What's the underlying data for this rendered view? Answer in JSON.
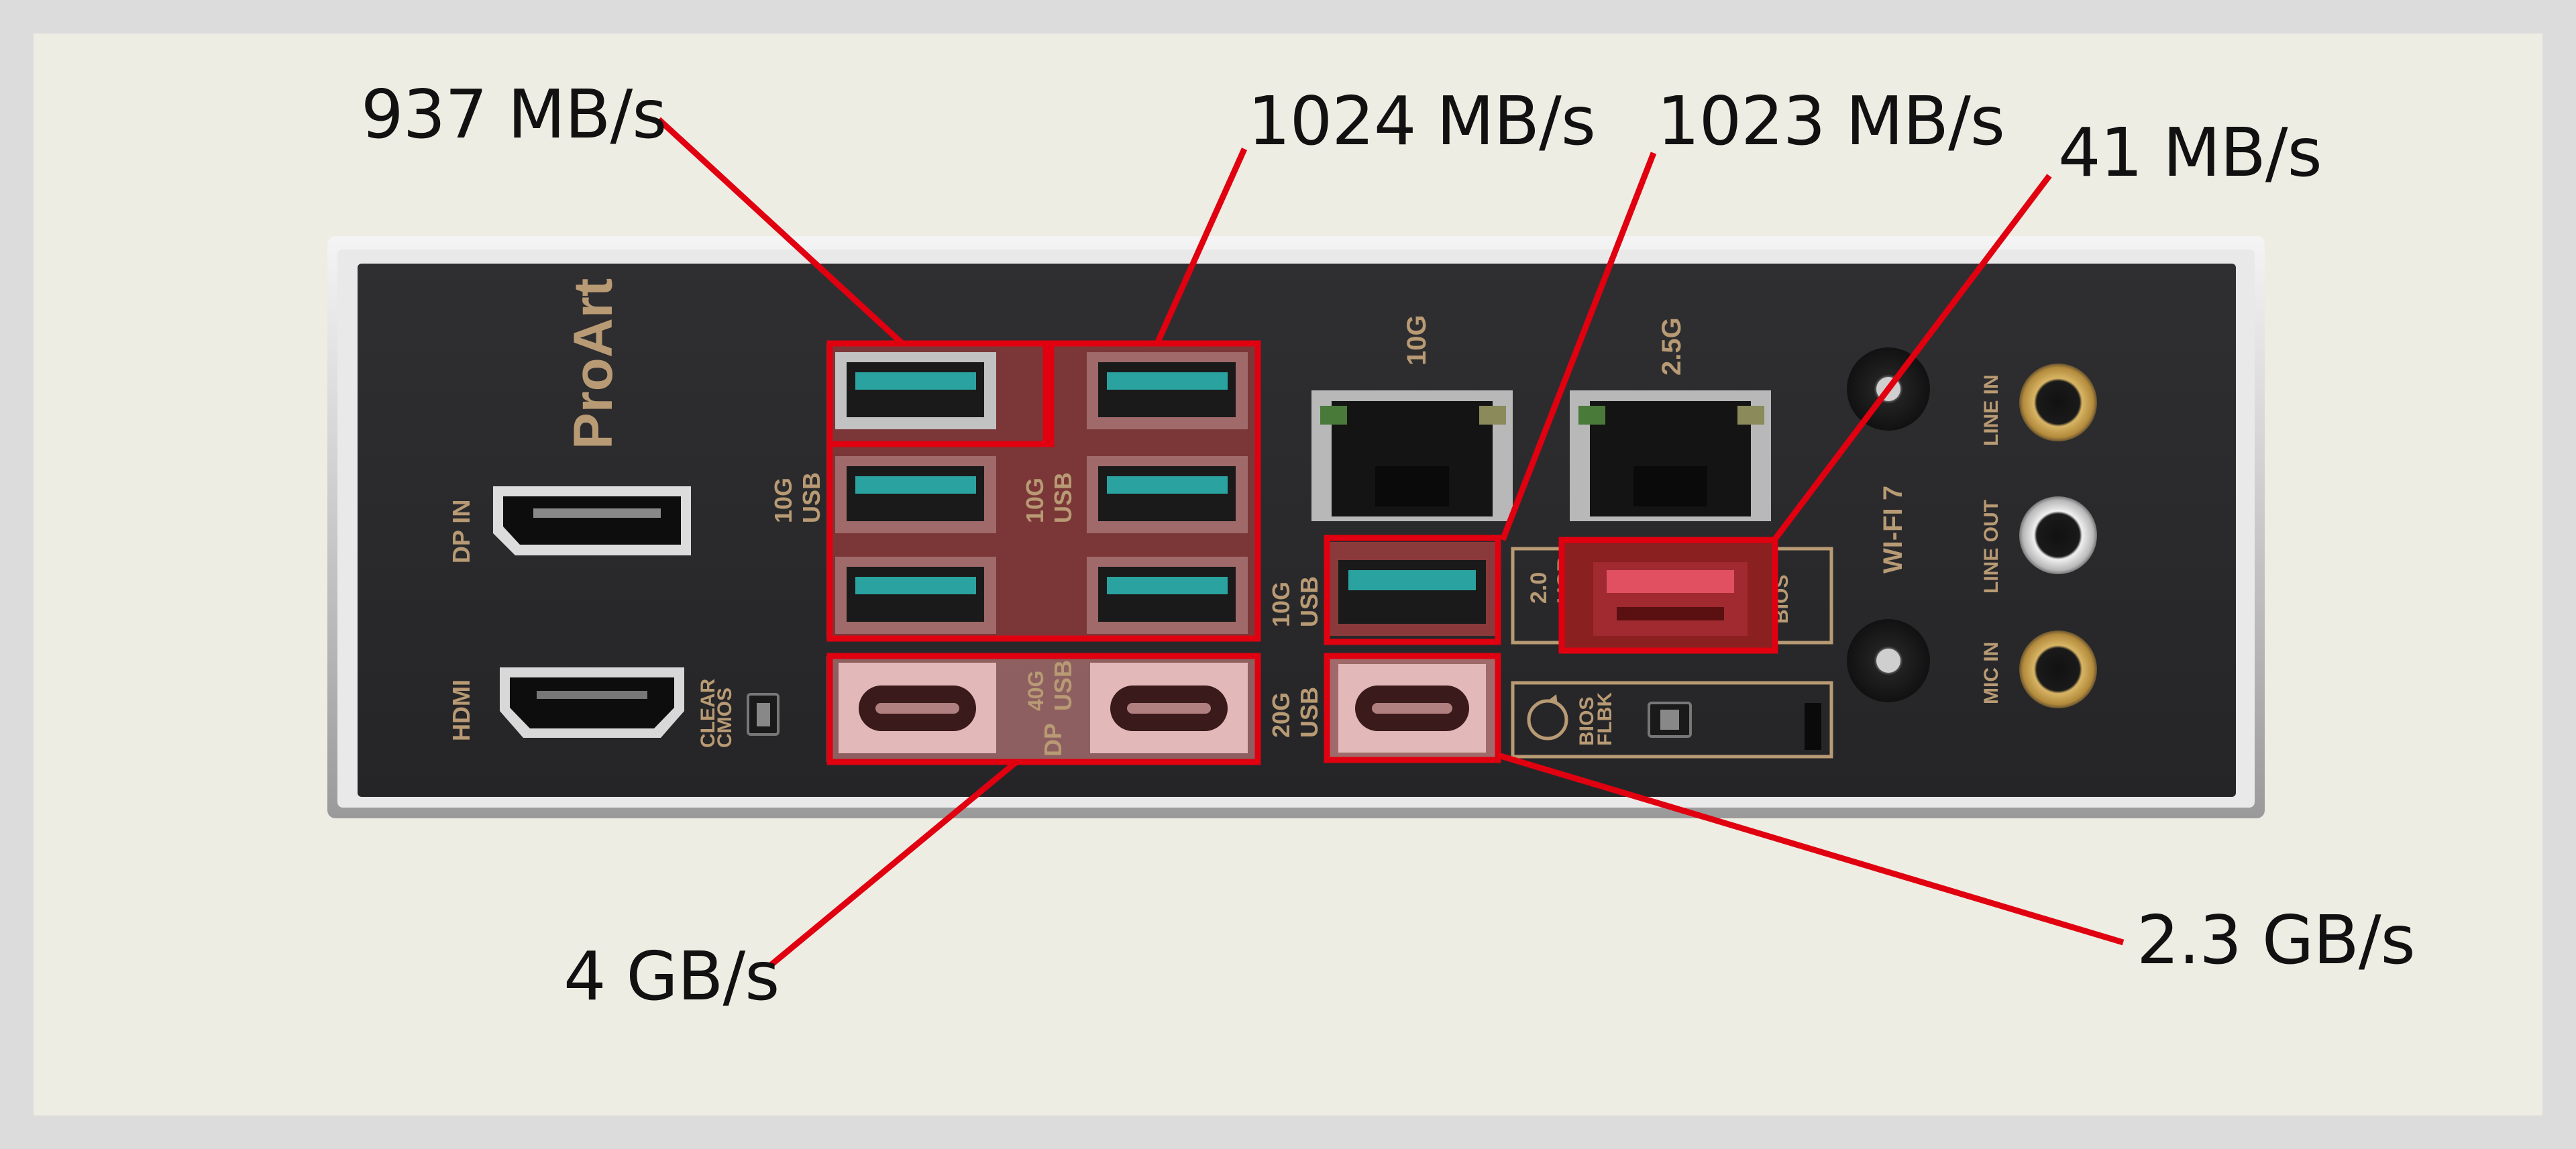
{
  "brand": {
    "logo_text": "ProArt"
  },
  "port_labels": {
    "dp_in": "DP IN",
    "hdmi": "HDMI",
    "clear_cmos_1": "CLEAR",
    "clear_cmos_2": "CMOS",
    "usb_10g_left_1": "10G",
    "usb_10g_left_2": "USB",
    "usb_10g_right_1": "10G",
    "usb_10g_right_2": "USB",
    "usb_40g_1": "40G",
    "usb_40g_2": "USB",
    "dp": "DP",
    "usb_10g_single_1": "10G",
    "usb_10g_single_2": "USB",
    "usb_20g_1": "20G",
    "usb_20g_2": "USB",
    "lan_10g": "10G",
    "lan_2_5g": "2.5G",
    "usb_2_0_1": "2.0",
    "usb_2_0_2": "USB",
    "bios_side": "BIOS",
    "bios_flbk_1": "BIOS",
    "bios_flbk_2": "FLBK",
    "wifi": "WI-FI 7",
    "line_in": "LINE IN",
    "line_out": "LINE OUT",
    "mic_in": "MIC IN"
  },
  "speeds": {
    "usb_a_top_left": "937 MB/s",
    "usb_10g_right_group": "1024 MB/s",
    "usb_10g_single": "1023 MB/s",
    "usb_2_0": "41 MB/s",
    "usb_40g": "4 GB/s",
    "usb_20g": "2.3 GB/s"
  },
  "colors": {
    "highlight": "#e00010",
    "panel": "#2a2a2c",
    "silkscreen": "#b89a74",
    "background": "#eeede3",
    "usb_a_blue": "#2aa3a0"
  }
}
